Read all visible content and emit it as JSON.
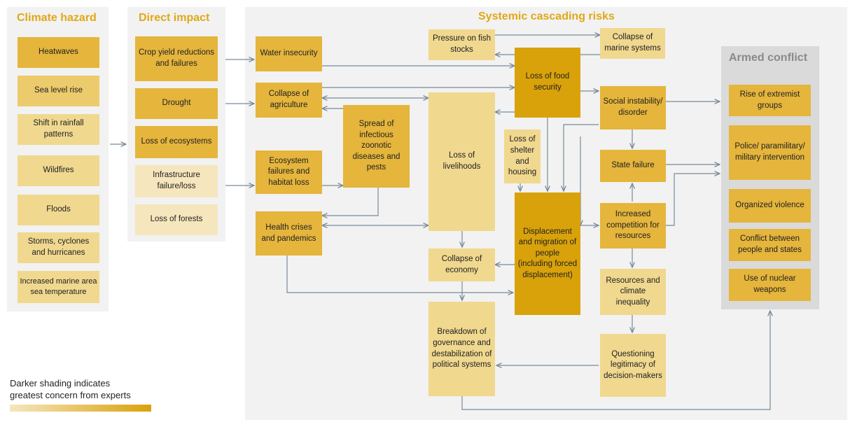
{
  "headers": {
    "climate_hazard": "Climate hazard",
    "direct_impact": "Direct impact",
    "systemic": "Systemic cascading risks",
    "armed_conflict": "Armed conflict"
  },
  "hazards": [
    "Heatwaves",
    "Sea level rise",
    "Shift in rainfall patterns",
    "Wildfires",
    "Floods",
    "Storms, cyclones and hurricanes",
    "Increased marine area sea temperature"
  ],
  "impacts": [
    "Crop yield reductions and failures",
    "Drought",
    "Loss of ecosystems",
    "Infrastructure failure/loss",
    "Loss of forests"
  ],
  "risks": {
    "water_insecurity": "Water insecurity",
    "collapse_agriculture": "Collapse of agriculture",
    "ecosystem_failures": "Ecosystem failures and habitat loss",
    "health_crises": "Health crises and pandemics",
    "spread_infectious": "Spread of infectious zoonotic diseases and pests",
    "pressure_fish": "Pressure on fish stocks",
    "collapse_marine": "Collapse of marine systems",
    "loss_food_security": "Loss of food security",
    "loss_livelihoods": "Loss of livelihoods",
    "loss_shelter": "Loss of shelter and housing",
    "displacement": "Displacement and migration of people (including forced displacement)",
    "collapse_economy": "Collapse of economy",
    "breakdown_governance": "Breakdown of governance and destabilization of political systems",
    "social_instability": "Social instability/ disorder",
    "state_failure": "State failure",
    "increased_competition": "Increased competition for resources",
    "resources_inequality": "Resources and climate inequality",
    "questioning_legitimacy": "Questioning legitimacy of decision-makers"
  },
  "conflicts": [
    "Rise of extremist groups",
    "Police/ paramilitary/ military intervention",
    "Organized violence",
    "Conflict between people and states",
    "Use of nuclear weapons"
  ],
  "legend": {
    "text_line1": "Darker shading indicates",
    "text_line2": "greatest concern from experts"
  },
  "colors": {
    "header": "#e0a817",
    "panel": "#f2f2f2",
    "armed_panel": "#dadada",
    "arrow": "#7a8a99",
    "shade_lightest": "#f6e6bd",
    "shade_darkest": "#d9a20a"
  }
}
